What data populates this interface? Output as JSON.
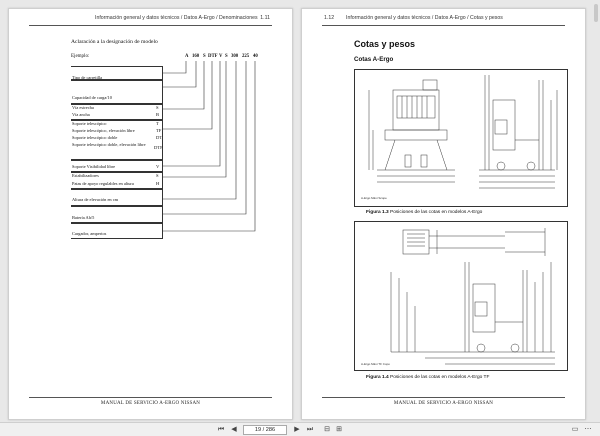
{
  "left_page": {
    "header_text": "Información general y datos técnicos / Datos A-Ergo / Denominaciones",
    "page_number": "1.11",
    "title": "Aclaración a la designación de modelo",
    "example_label": "Ejemplo:",
    "code_parts": [
      "A",
      "160",
      "S",
      "DTF",
      "V",
      "S",
      "300",
      "225",
      "40"
    ],
    "rows": [
      {
        "label": "Tipo de carretilla",
        "value": ""
      },
      {
        "label": "Capacidad de carga/10",
        "value": ""
      },
      {
        "label": "Vía estrecha",
        "value": "S"
      },
      {
        "label": "Vía ancha",
        "value": "B"
      },
      {
        "label": "Soporte telescópico",
        "value": "T"
      },
      {
        "label": "Soporte telescópico, elevación libre",
        "value": "TF"
      },
      {
        "label": "Soporte telescópico doble",
        "value": "DT"
      },
      {
        "label": "Soporte telescópico doble, elevación libre",
        "value": "DTF"
      },
      {
        "label": "Soporte Visibilidad libre",
        "value": "V"
      },
      {
        "label": "Estabilizadores",
        "value": "S"
      },
      {
        "label": "Patas de apoyo regulables en altura",
        "value": "H"
      },
      {
        "label": "Altura de elevación en cm",
        "value": ""
      },
      {
        "label": "Batería Ah/5",
        "value": ""
      },
      {
        "label": "Cargador, amperios",
        "value": ""
      }
    ],
    "footer_text": "MANUAL DE SERVICIO A-ERGO NISSAN"
  },
  "right_page": {
    "page_number": "1.12",
    "header_text": "Información general y datos técnicos / Datos A-Ergo / Cotas y pesos",
    "heading": "Cotas y pesos",
    "subheading": "Cotas A-Ergo",
    "figure1": {
      "number": "Figura 1.3",
      "caption": "Posiciones de las cotas en modelos A-Ergo",
      "small_label": "A-Ergo Máxi Scope"
    },
    "figure2": {
      "number": "Figura 1.4",
      "caption": "Posiciones de las cotas en modelos A-Ergo TF",
      "small_label": "A-Ergo Máxi TF Copo"
    },
    "footer_text": "MANUAL DE SERVICIO A-ERGO NISSAN"
  },
  "toolbar": {
    "page_indicator": "19 / 286",
    "first_icon": "first-page-icon",
    "prev_icon": "prev-page-icon",
    "next_icon": "next-page-icon",
    "last_icon": "last-page-icon"
  }
}
